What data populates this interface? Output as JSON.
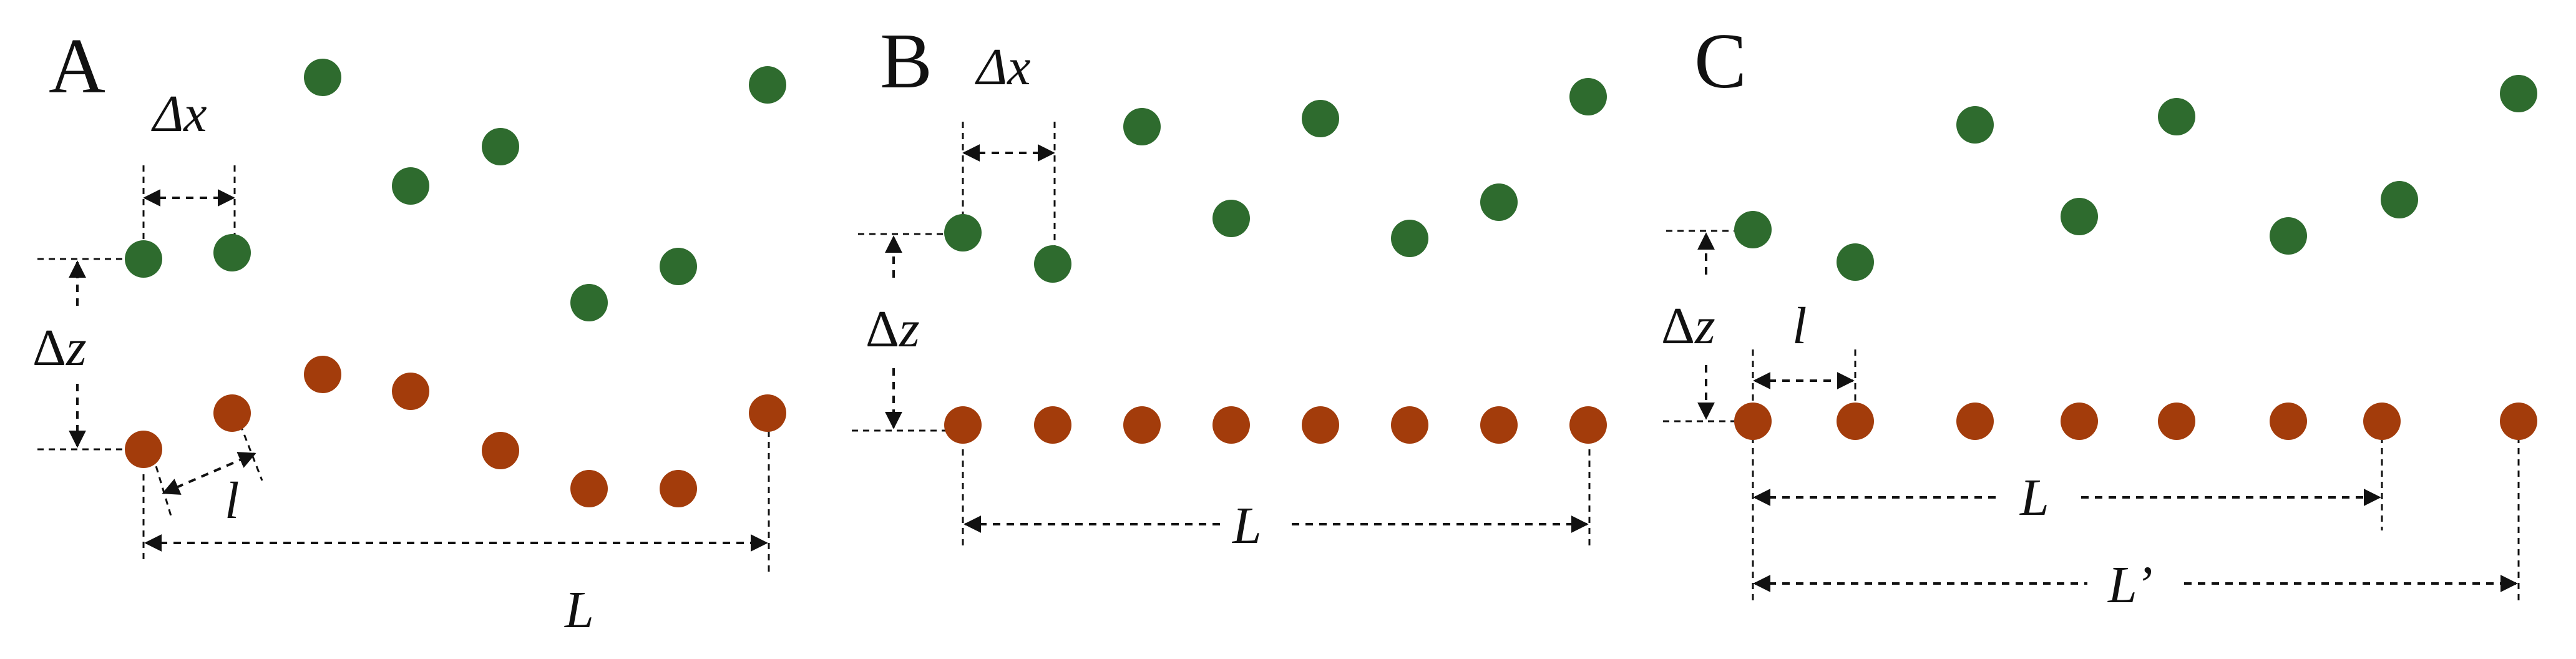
{
  "colors": {
    "green": "#2e6b2e",
    "brown": "#a33c0b",
    "line": "#111111"
  },
  "panels": [
    {
      "id": "A",
      "letter": "A",
      "dx_label": "Δx",
      "dz_label_delta": "Δ",
      "dz_label_var": "z",
      "l_label": "l",
      "L_label": "L",
      "green_dot_count": 8,
      "brown_dot_count": 8
    },
    {
      "id": "B",
      "letter": "B",
      "dx_label": "Δx",
      "dz_label_delta": "Δ",
      "dz_label_var": "z",
      "L_label": "L",
      "green_dot_count": 8,
      "brown_dot_count": 8
    },
    {
      "id": "C",
      "letter": "C",
      "dz_label_delta": "Δ",
      "dz_label_var": "z",
      "l_label": "l",
      "L_label": "L",
      "Lprime_label": "L’",
      "green_dot_count": 8,
      "brown_dot_count": 8
    }
  ]
}
